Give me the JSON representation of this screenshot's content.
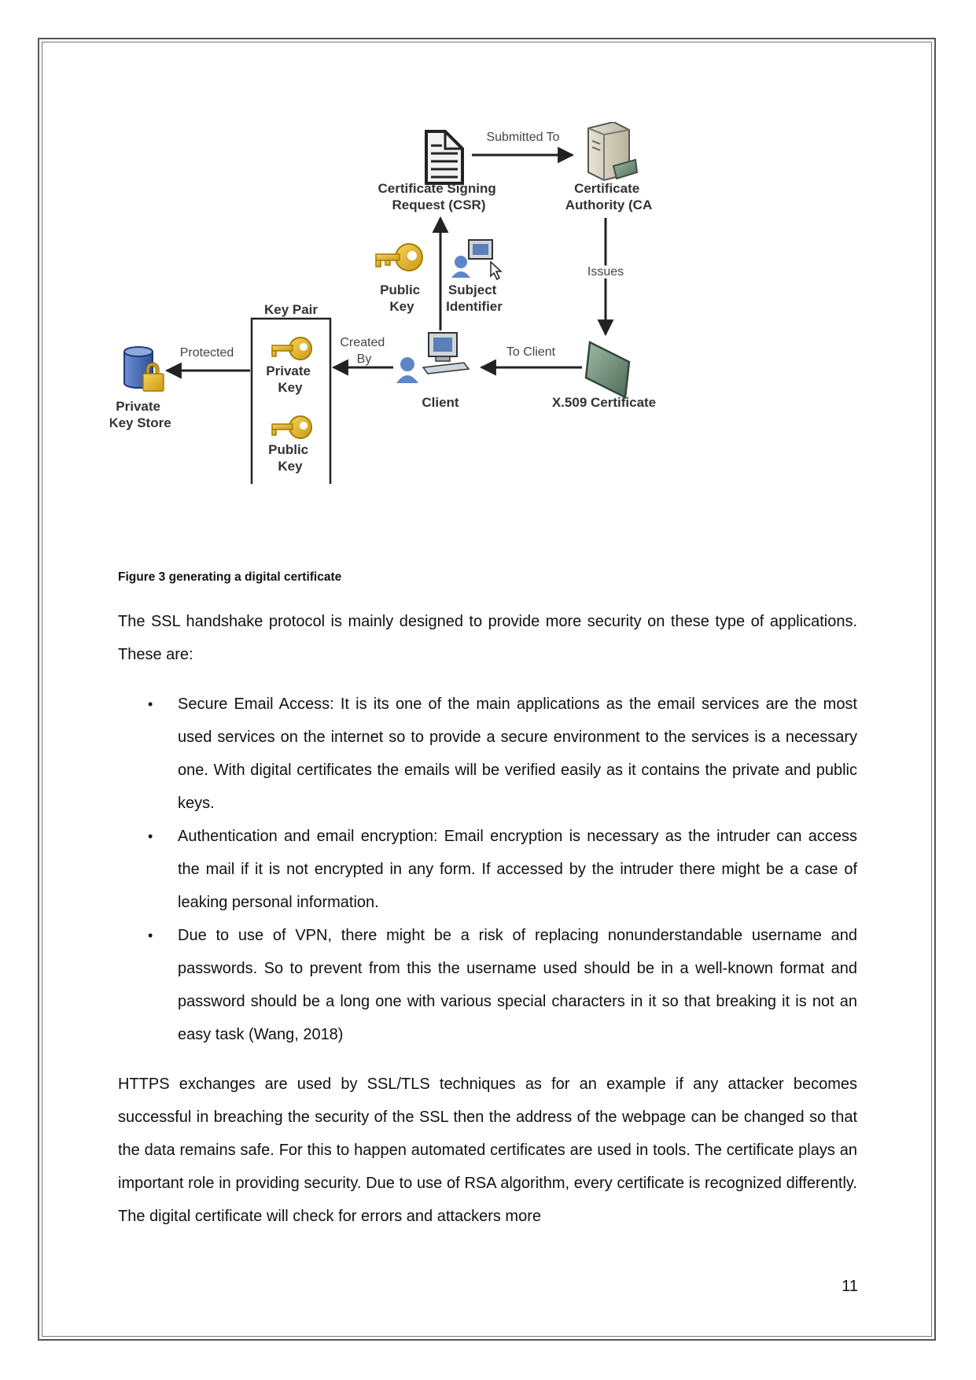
{
  "figure": {
    "nodes": {
      "csr": "Certificate Signing\nRequest (CSR)",
      "ca": "Certificate\nAuthority (CA",
      "public_key_top": "Public\nKey",
      "subject_identifier": "Subject\nIdentifier",
      "key_pair": "Key Pair",
      "private_key": "Private\nKey",
      "public_key_bottom": "Public\nKey",
      "private_key_store": "Private\nKey Store",
      "client": "Client",
      "x509": "X.509 Certificate"
    },
    "edges": {
      "submitted_to": "Submitted To",
      "issues": "Issues",
      "to_client": "To Client",
      "created_by": "Created\nBy",
      "protected": "Protected"
    },
    "caption": "Figure 3 generating a digital certificate"
  },
  "body": {
    "intro": "The SSL handshake protocol is mainly designed to provide more security on these type of applications. These are:",
    "bullet_symbol": "•",
    "bullets": [
      "Secure Email Access: It is its one of the main applications as the email services are the most used services on the internet so to provide a secure environment to the services is a necessary one. With digital certificates the emails will be verified easily as it contains the private and public keys.",
      "Authentication and email encryption: Email encryption is necessary as the intruder can access the mail if it is not encrypted in any form. If accessed by the intruder there might be a case of leaking personal information.",
      "Due to use of VPN, there might be a risk of replacing nonunderstandable username and passwords. So to prevent from this the username used should be in a well-known format and password should be a long one with various special characters in it so that breaking it is not an easy task (Wang, 2018)"
    ],
    "paragraph2": "HTTPS exchanges are used by SSL/TLS techniques as for an example if any attacker becomes successful in breaching the security of the SSL then the address of the webpage can be changed so that the data remains safe. For this to happen automated certificates are used in tools. The certificate plays an important role in providing security. Due to use of RSA algorithm, every certificate is recognized differently. The digital certificate will check for errors and attackers more"
  },
  "page_number": "11"
}
